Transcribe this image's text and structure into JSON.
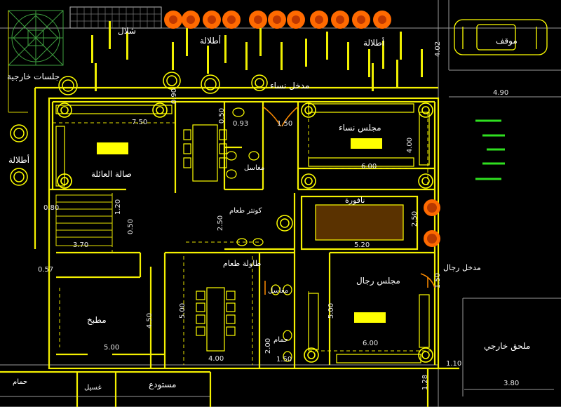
{
  "rooms": {
    "outdoor_seating": "جلسات خارجية",
    "pergola_top": "شلال",
    "terrace_top": "أطلالة",
    "terrace_right": "أطلالة",
    "terrace_left": "أطلالة",
    "parking": "موقف",
    "women_entrance": "مدخل نساء",
    "women_majlis": "مجلس نساء",
    "family_hall": "صالة العائلة",
    "sinks_1": "مغاسل",
    "food_counter": "كونتر طعام",
    "fountain": "نافورة",
    "men_entrance": "مدخل رجال",
    "dining_table": "طاولة طعام",
    "sinks_2": "مغاسل",
    "men_majlis": "مجلس رجال",
    "kitchen": "مطبخ",
    "bathroom": "حمام",
    "bathroom_2": "حمام",
    "laundry": "غسيل",
    "storage": "مستودع",
    "external_annex": "ملحق خارجي"
  },
  "dimensions": {
    "d750": "7.50",
    "d090": "0.90",
    "d050a": "0.50",
    "d093": "0.93",
    "d150a": "1.50",
    "d490": "4.90",
    "d402": "4.02",
    "d400a": "4.00",
    "d600a": "6.00",
    "d080": "0.80",
    "d120": "1.20",
    "d050b": "0.50",
    "d370": "3.70",
    "d250a": "2.50",
    "d250b": "2.50",
    "d520": "5.20",
    "d057": "0.57",
    "d450": "4.50",
    "d500a": "5.00",
    "d500b": "5.00",
    "d500c": "5.00",
    "d400b": "4.00",
    "d200": "2.00",
    "d150b": "1.50",
    "d600b": "6.00",
    "d110": "1.10",
    "d128": "1.28",
    "d380": "3.80",
    "d150c": "1.50"
  },
  "colors": {
    "walls": "#f4f000",
    "furniture": "#ffff00",
    "trees": "#ff8c00",
    "background": "#000000",
    "gridlines": "#9a9a9a"
  }
}
